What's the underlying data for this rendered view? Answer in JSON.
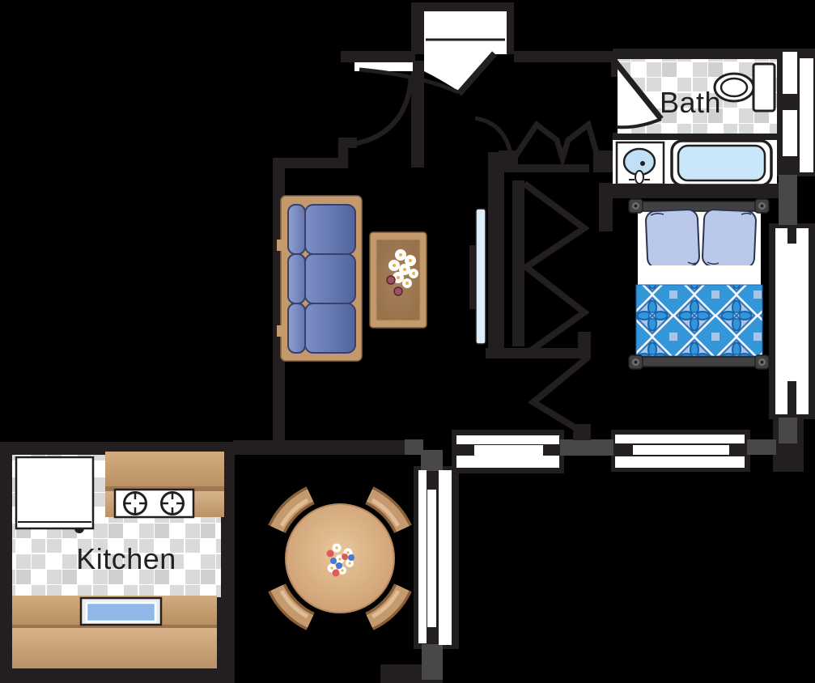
{
  "labels": {
    "bath": "Bath",
    "kitchen": "Kitchen"
  },
  "palette": {
    "bg": "#000000",
    "wall": "#231f20",
    "wall_gray": "#48484a",
    "metal_gray": "#414143",
    "tile_gray": "#d9dadb",
    "tile_gray_dark": "#cfd0d2",
    "water_blue": "#c9e7f9",
    "basin_blue": "#bfe0f5",
    "glass_blue": "#ddeefb",
    "sink_blue": "#8db8e8",
    "sofa_blue": "#5f72ad",
    "sofa_blue_light": "#8093c8",
    "sofa_outline": "#39406b",
    "wood": "#c49a6c",
    "wood_dark": "#997349",
    "wood_deep": "#8a6544",
    "chair_wood": "#c59a6f",
    "chair_wood_dark": "#8a6038",
    "chair_wood_light": "#e0bd96",
    "blanket_blue": "#3396d8",
    "blanket_dark": "#1565b0",
    "pillow_blue": "#bac9e9",
    "berry": "#9c5064",
    "daisy_center": "#e8b34b",
    "flower_red": "#e05a5a",
    "flower_blue": "#4a78d0"
  },
  "rooms": [
    {
      "id": "bath",
      "label": "Bath",
      "fixtures": [
        "toilet",
        "sink",
        "bathtub",
        "tiled-floor",
        "door"
      ]
    },
    {
      "id": "kitchen",
      "label": "Kitchen",
      "fixtures": [
        "refrigerator",
        "stove-two-burners",
        "sink",
        "counters",
        "tiled-floor"
      ]
    },
    {
      "id": "bedroom",
      "fixtures": [
        "double-bed",
        "two-pillows",
        "patterned-blanket",
        "window"
      ]
    },
    {
      "id": "living-room",
      "fixtures": [
        "sofa",
        "coffee-table",
        "door-arc"
      ]
    },
    {
      "id": "dining-area",
      "fixtures": [
        "round-table",
        "four-chairs",
        "flower-bouquet",
        "windows"
      ]
    },
    {
      "id": "hall-closet",
      "fixtures": [
        "bifold-doors",
        "mirror-door",
        "entry-door",
        "entry-alcove"
      ]
    }
  ]
}
